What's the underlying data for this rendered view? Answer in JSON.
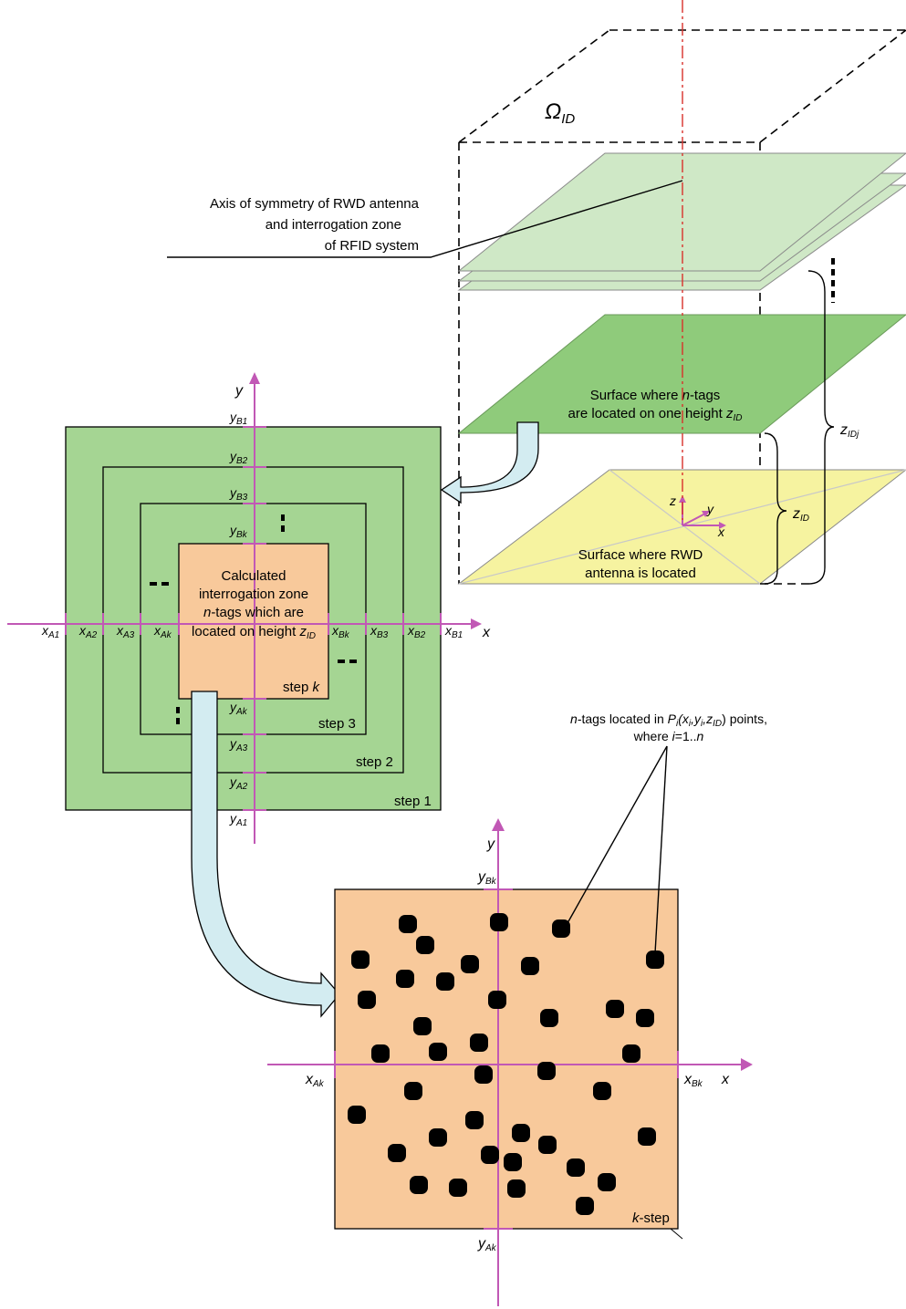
{
  "colors": {
    "green_outer": "#a5d593",
    "green_plane": "#8fcb7b",
    "light_green": "#cfe8c6",
    "zone_orange": "#f8c99b",
    "rwd_yellow": "#f6f3a0",
    "axis_magenta": "#c158b5",
    "arrow_blue": "#d3ecf1",
    "symmetry_red": "#d9312b"
  },
  "volume": {
    "label": "Ω",
    "label_sub": "ID"
  },
  "callouts": {
    "symmetry_line1": "Axis of symmetry of RWD antenna",
    "symmetry_line2": "and interrogation zone",
    "symmetry_line3": "of RFID system",
    "tags_line1_italic": "n",
    "tags_line1_a": "-tags located in ",
    "tags_line1_p": "P",
    "tags_line1_psub": "i",
    "tags_line1_b": "(",
    "tags_line1_x": "x",
    "tags_line1_xsub": "i",
    "tags_line1_c": ",",
    "tags_line1_y": "y",
    "tags_line1_ysub": "i",
    "tags_line1_d": ",",
    "tags_line1_z": "z",
    "tags_line1_zsub": "ID",
    "tags_line1_e": ") points,",
    "tags_line2_a": "where ",
    "tags_line2_i": "i",
    "tags_line2_b": "=1..",
    "tags_line2_n": "n"
  },
  "planes": {
    "tags_surface_line1_a": "Surface where ",
    "tags_surface_line1_n": "n",
    "tags_surface_line1_b": "-tags",
    "tags_surface_line2_a": "are located on one height ",
    "tags_surface_line2_z": "z",
    "tags_surface_line2_sub": "ID",
    "rwd_surface_line1": "Surface where RWD",
    "rwd_surface_line2": "antenna is located",
    "zid_label": "z",
    "zid_sub": "ID",
    "zidj_label": "z",
    "zidj_sub": "IDj",
    "small_axes": {
      "z": "z",
      "y": "y",
      "x": "x"
    }
  },
  "zones_diagram": {
    "x_axis": "x",
    "y_axis": "y",
    "center_line1": "Calculated",
    "center_line2": "interrogation zone",
    "center_line3_n": "n",
    "center_line3_rest": "-tags which are",
    "center_line4_a": "located on height ",
    "center_line4_z": "z",
    "center_line4_sub": "ID",
    "steps": [
      "step 1",
      "step 2",
      "step 3",
      "step "
    ],
    "step_k": "k",
    "x_ticks": [
      {
        "base": "x",
        "sub": "A1"
      },
      {
        "base": "x",
        "sub": "A2"
      },
      {
        "base": "x",
        "sub": "A3"
      },
      {
        "base": "x",
        "sub": "Ak"
      },
      {
        "base": "x",
        "sub": "Bk"
      },
      {
        "base": "x",
        "sub": "B3"
      },
      {
        "base": "x",
        "sub": "B2"
      },
      {
        "base": "x",
        "sub": "B1"
      }
    ],
    "y_ticks": [
      {
        "base": "y",
        "sub": "B1"
      },
      {
        "base": "y",
        "sub": "B2"
      },
      {
        "base": "y",
        "sub": "B3"
      },
      {
        "base": "y",
        "sub": "Bk"
      },
      {
        "base": "y",
        "sub": "Ak"
      },
      {
        "base": "y",
        "sub": "A3"
      },
      {
        "base": "y",
        "sub": "A2"
      },
      {
        "base": "y",
        "sub": "A1"
      }
    ]
  },
  "kstep_diagram": {
    "x_axis": "x",
    "y_axis": "y",
    "x_left": {
      "base": "x",
      "sub": "Ak"
    },
    "x_right": {
      "base": "x",
      "sub": "Bk"
    },
    "y_top": {
      "base": "y",
      "sub": "Bk"
    },
    "y_bottom": {
      "base": "y",
      "sub": "Ak"
    },
    "step_k": "k",
    "step_suffix": "-step"
  }
}
